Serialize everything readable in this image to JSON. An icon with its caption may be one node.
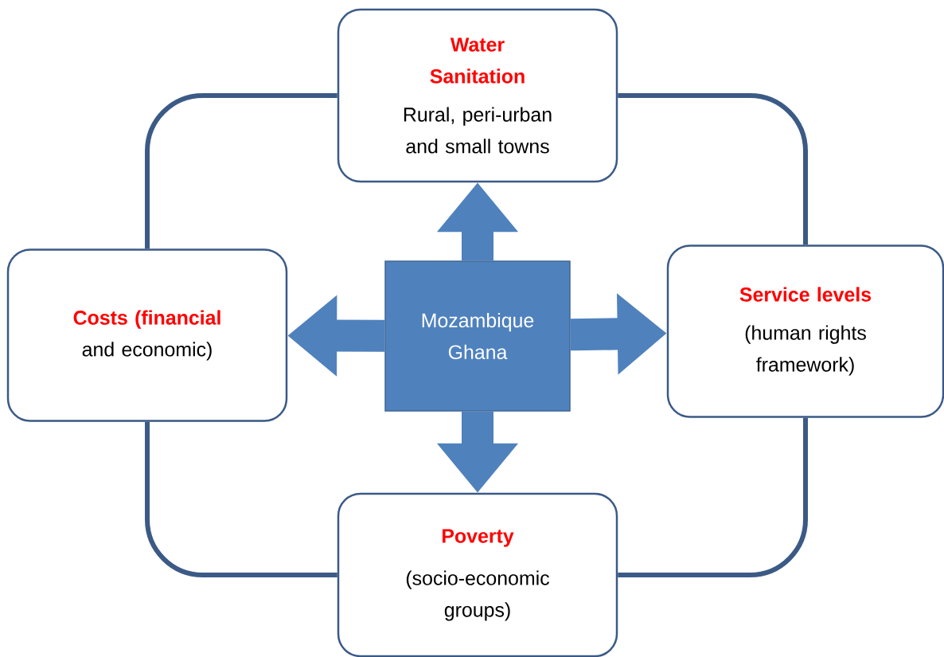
{
  "diagram": {
    "nodes": [
      {
        "text": [
          "Water Sanitation",
          "Rural, peri-urban and small towns"
        ]
      },
      {
        "text": [
          "**Costs (financial** and economic)"
        ]
      },
      {
        "text": [
          "Mozambique Ghana"
        ]
      },
      {
        "text": [
          "Service levels",
          "(human rights framework)"
        ]
      },
      {
        "text": [
          "Poverty",
          "(socio-economic groups)"
        ]
      }
    ],
    "edges": [
      {
        "from": 2,
        "to": 0,
        "arrow": "to",
        "style": "thick"
      },
      {
        "from": 2,
        "to": 1,
        "arrow": "to",
        "style": "thick"
      },
      {
        "from": 2,
        "to": 3,
        "arrow": "to",
        "style": "thick"
      },
      {
        "from": 2,
        "to": 4,
        "arrow": "to",
        "style": "thick"
      },
      {
        "from": 0,
        "to": 3,
        "arrow": "none",
        "color": "#3b5a86"
      },
      {
        "from": 3,
        "to": 4,
        "arrow": "none",
        "color": "#3b5a86"
      },
      {
        "from": 4,
        "to": 1,
        "arrow": "none",
        "color": "#3b5a86"
      },
      {
        "from": 1,
        "to": 0,
        "arrow": "none",
        "color": "#3b5a86"
      }
    ]
  }
}
